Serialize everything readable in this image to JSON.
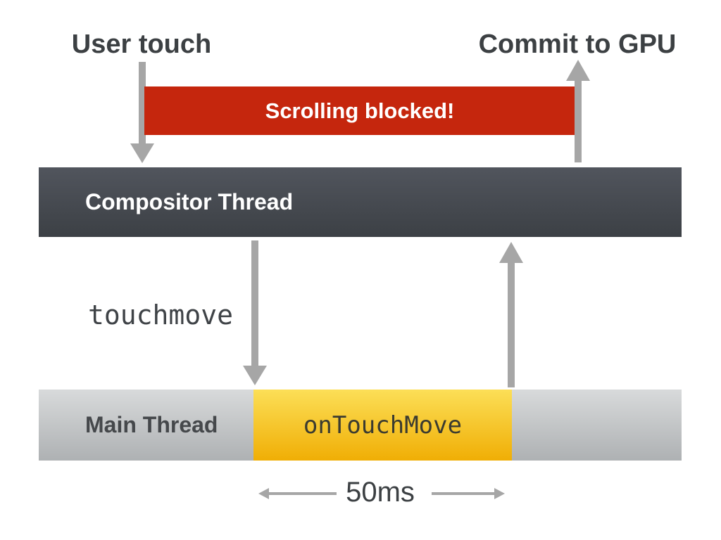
{
  "diagram": {
    "title": "Touch event scrolling latency diagram",
    "labels": {
      "user_touch": "User touch",
      "commit_to_gpu": "Commit to GPU",
      "scrolling_blocked": "Scrolling blocked!",
      "compositor_thread": "Compositor Thread",
      "touchmove_event": "touchmove",
      "main_thread": "Main Thread",
      "handler": "onTouchMove",
      "duration": "50ms"
    },
    "colors": {
      "blocked_bar": "#c5260d",
      "compositor_top": "#51555d",
      "compositor_bottom": "#3c4045",
      "main_top": "#d8dadb",
      "main_bottom": "#aeb1b3",
      "busy_top": "#fcdf57",
      "busy_bottom": "#f0ae05",
      "arrow": "#a6a6a6",
      "label_text": "#3c4043"
    },
    "icons": {
      "arrow_user_touch": "down-arrow-icon",
      "arrow_commit": "up-arrow-icon",
      "arrow_to_main": "down-arrow-icon",
      "arrow_to_compositor": "up-arrow-icon",
      "duration_left": "left-arrow-icon",
      "duration_right": "right-arrow-icon"
    }
  }
}
